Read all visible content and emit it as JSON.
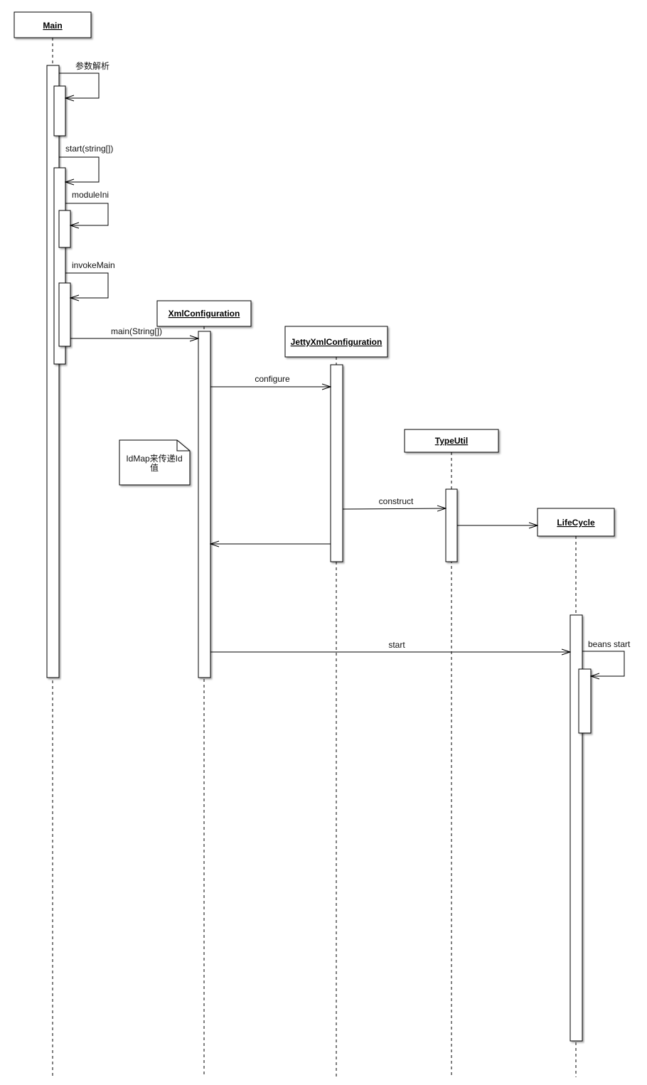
{
  "participants": [
    {
      "id": "main",
      "name": "Main"
    },
    {
      "id": "xml",
      "name": "XmlConfiguration"
    },
    {
      "id": "jetty",
      "name": "JettyXmlConfiguration"
    },
    {
      "id": "type",
      "name": "TypeUtil"
    },
    {
      "id": "life",
      "name": "LifeCycle"
    }
  ],
  "messages": [
    {
      "id": "m1",
      "label": "参数解析"
    },
    {
      "id": "m2",
      "label": "start(string[])"
    },
    {
      "id": "m3",
      "label": "moduleIni"
    },
    {
      "id": "m4",
      "label": "invokeMain"
    },
    {
      "id": "m5",
      "label": "main(String[])"
    },
    {
      "id": "m6",
      "label": "configure"
    },
    {
      "id": "m7",
      "label": "construct"
    },
    {
      "id": "m8",
      "label": ""
    },
    {
      "id": "m9",
      "label": ""
    },
    {
      "id": "m10",
      "label": "start"
    },
    {
      "id": "m11",
      "label": "beans start"
    }
  ],
  "note": {
    "line1": "IdMap来传递Id",
    "line2": "值"
  },
  "colors": {
    "stroke": "#000000",
    "fill": "#ffffff",
    "shadow": "#9a9a9a"
  }
}
